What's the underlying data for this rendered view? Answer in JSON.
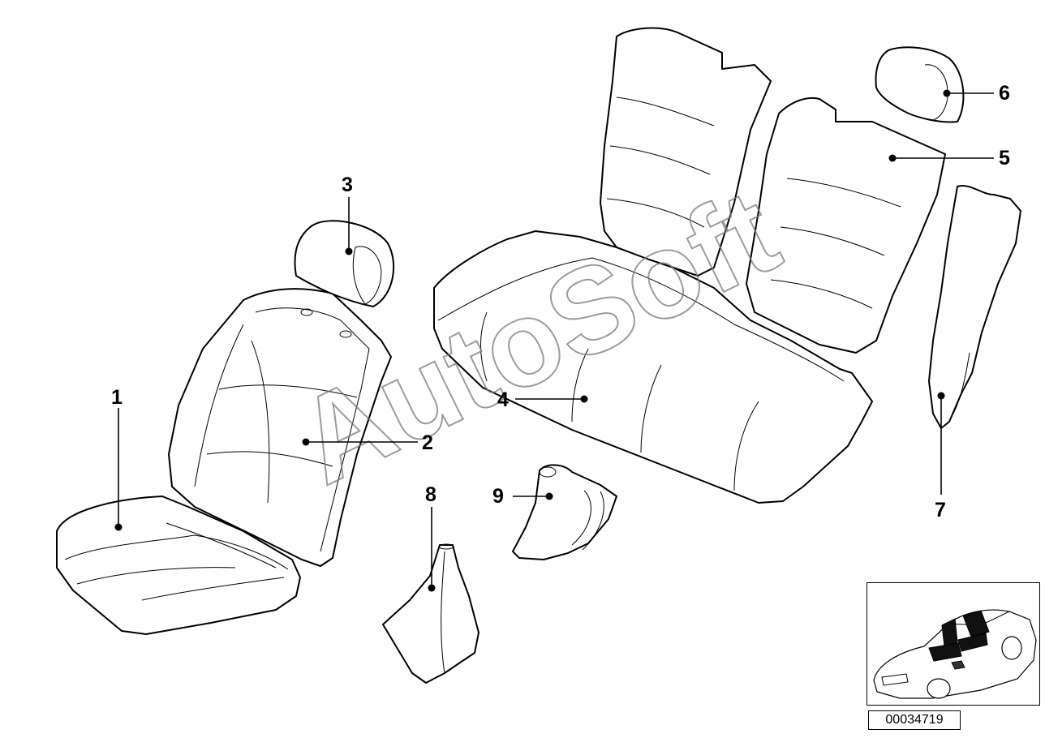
{
  "diagram": {
    "callouts": [
      {
        "id": "1",
        "text": "1"
      },
      {
        "id": "2",
        "text": "2"
      },
      {
        "id": "3",
        "text": "3"
      },
      {
        "id": "4",
        "text": "4"
      },
      {
        "id": "5",
        "text": "5"
      },
      {
        "id": "6",
        "text": "6"
      },
      {
        "id": "7",
        "text": "7"
      },
      {
        "id": "8",
        "text": "8"
      },
      {
        "id": "9",
        "text": "9"
      }
    ],
    "watermark": "AutoSoft",
    "document_number": "00034719"
  }
}
